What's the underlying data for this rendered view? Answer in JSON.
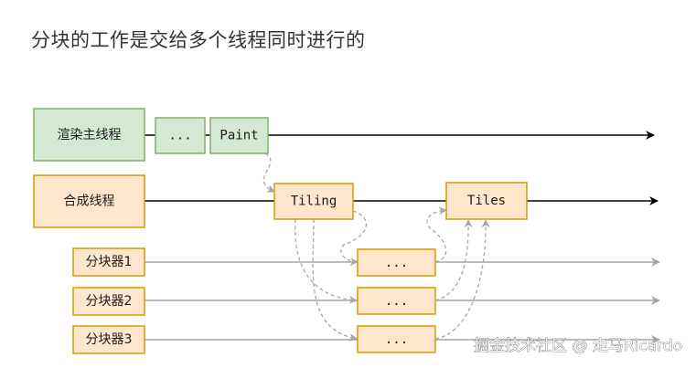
{
  "title": "分块的工作是交给多个线程同时进行的",
  "main_thread": {
    "label": "渲染主线程",
    "task_ellipsis": "...",
    "task_paint": "Paint"
  },
  "compositor_thread": {
    "label": "合成线程",
    "task_tiling": "Tiling",
    "task_tiles": "Tiles"
  },
  "rasterizers": [
    {
      "label": "分块器1",
      "task": "..."
    },
    {
      "label": "分块器2",
      "task": "..."
    },
    {
      "label": "分块器3",
      "task": "..."
    }
  ],
  "watermark": "掘金技术社区 @ 走马Ricardo",
  "colors": {
    "green_fill": "#d5e8d4",
    "green_stroke": "#82b366",
    "orange_fill": "#ffe6cc",
    "orange_stroke": "#d79b00",
    "thread_line": "#000000",
    "worker_line": "#a6a6a6",
    "dashed": "#a6a6a6"
  }
}
